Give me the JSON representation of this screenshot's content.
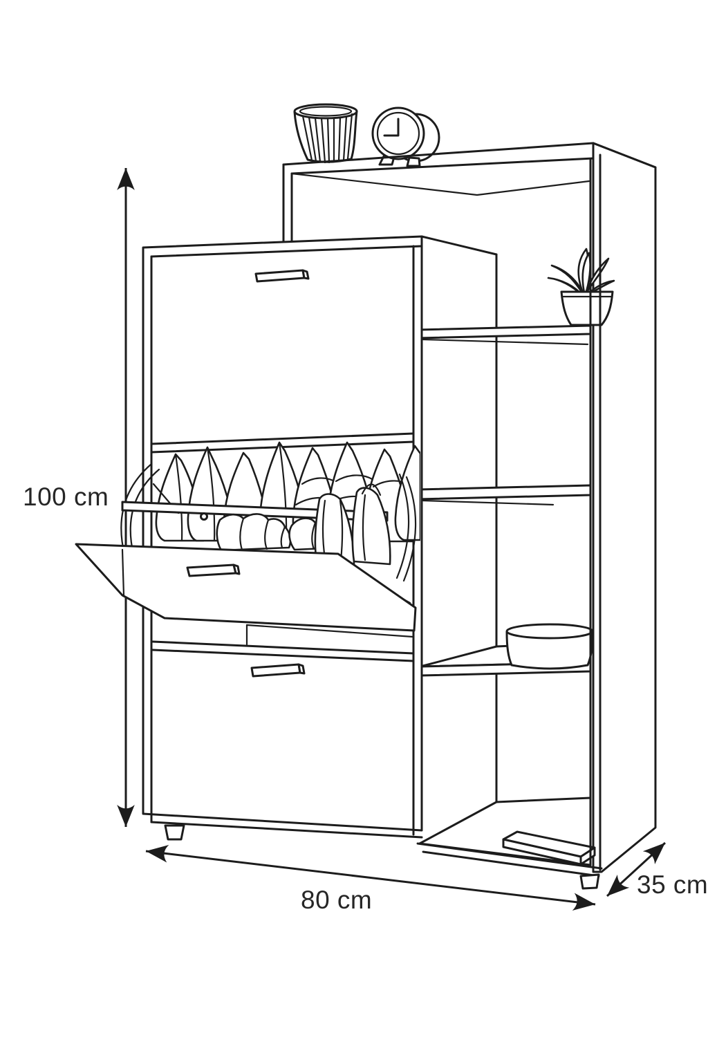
{
  "diagram": {
    "type": "furniture dimension line drawing",
    "subject": "shoe cabinet with three flip-down flaps (middle flap open showing shoes) combined with a taller open shelving unit holding a plant, a bowl and a book; a ribbed vase and an alarm clock stand on top",
    "dimensions": {
      "height_label": "100 cm",
      "width_label": "80 cm",
      "depth_label": "35 cm"
    },
    "style": {
      "line_color": "#1c1c1c",
      "background_color": "#ffffff",
      "text_color": "#262626"
    }
  }
}
